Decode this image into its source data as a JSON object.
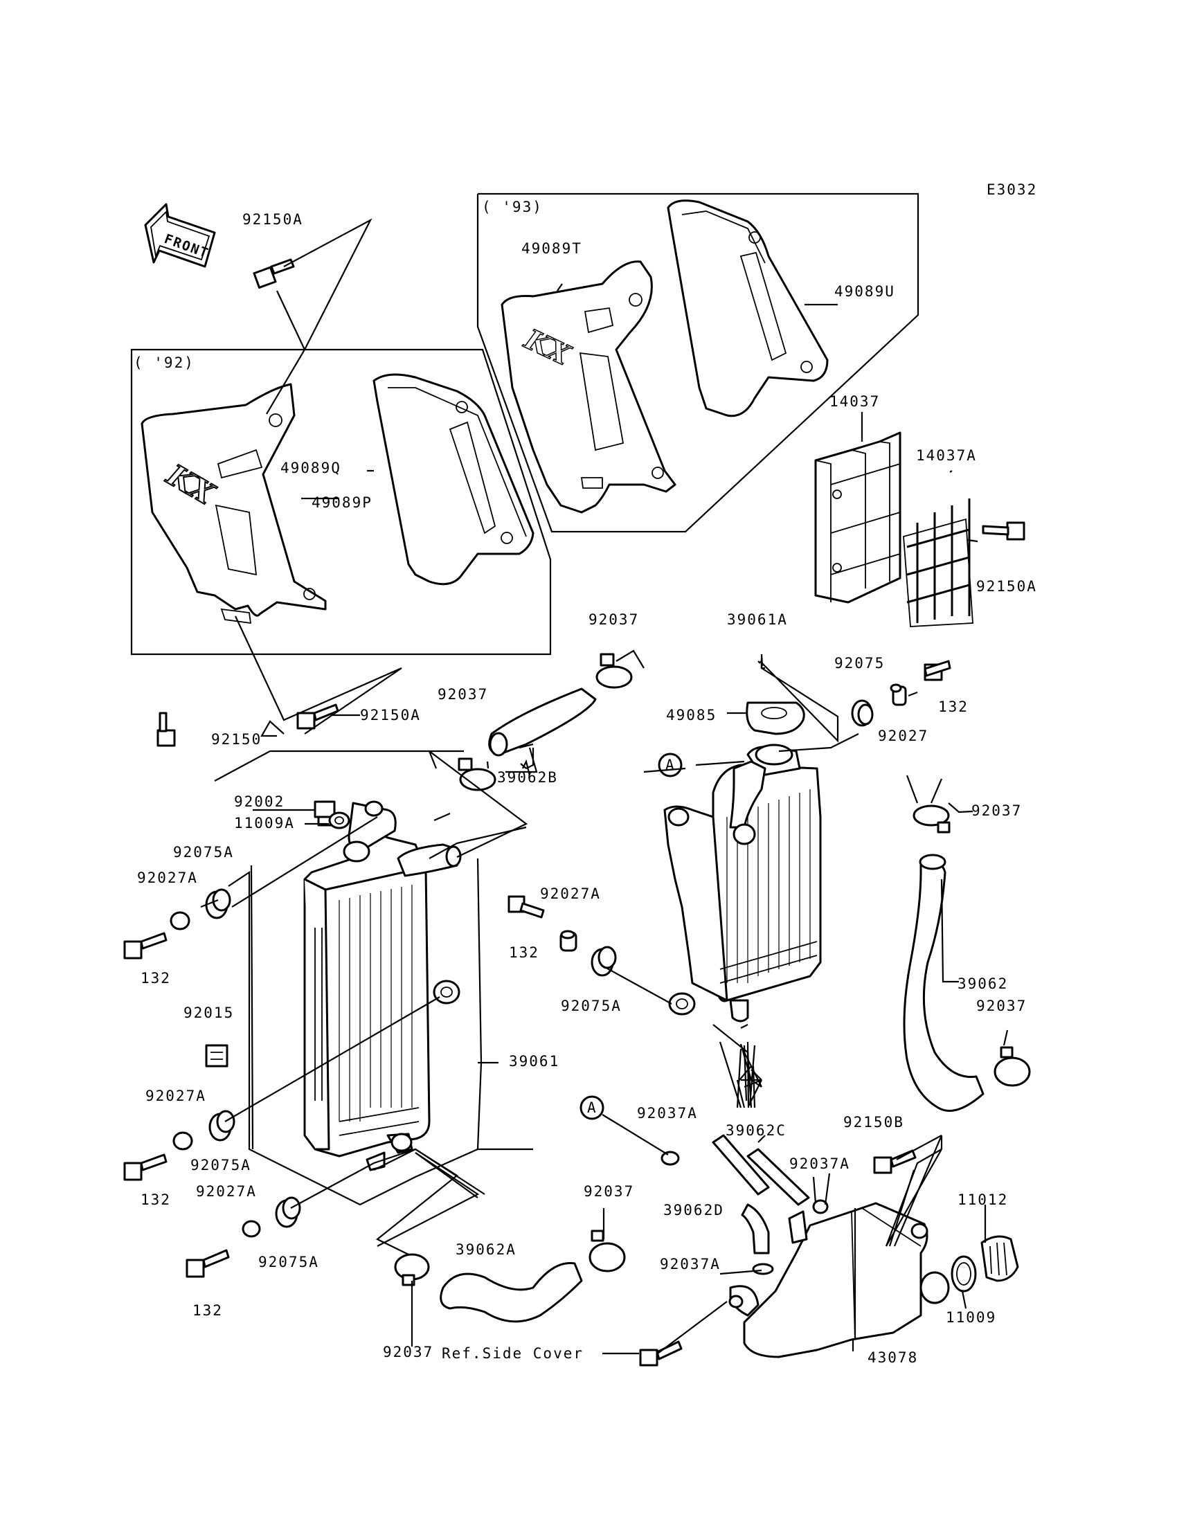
{
  "diagram_code": "E3032",
  "front_arrow_text": "FRONT",
  "boxes": {
    "year_92": "( '92)",
    "year_93": "( '93)"
  },
  "callouts": {
    "A1": "A",
    "A2": "A"
  },
  "labels": {
    "l92150A_top": "92150A",
    "l49089T": "49089T",
    "l49089U": "49089U",
    "l14037": "14037",
    "l14037A": "14037A",
    "l92150A_right": "92150A",
    "l49089Q": "49089Q",
    "l49089P": "49089P",
    "l92037_a": "92037",
    "l39061A": "39061A",
    "l92075": "92075",
    "l132_a": "132",
    "l92027": "92027",
    "l92150A_mid": "92150A",
    "l92037_b": "92037",
    "l49085": "49085",
    "l92150": "92150",
    "l39062B": "39062B",
    "l92037_c": "92037",
    "l92002": "92002",
    "l11009A": "11009A",
    "l92075A_a": "92075A",
    "l92027A_a": "92027A",
    "l132_b": "132",
    "l92027A_b": "92027A",
    "l132_c": "132",
    "l92075A_b": "92075A",
    "l39062": "39062",
    "l92037_d": "92037",
    "l92015": "92015",
    "l39061": "39061",
    "l92027A_c": "92027A",
    "l92075A_c": "92075A",
    "l132_d": "132",
    "l92027A_d": "92027A",
    "l92075A_d": "92075A",
    "l92037A_a": "92037A",
    "l39062C": "39062C",
    "l92150B": "92150B",
    "l92037A_b": "92037A",
    "l39062D": "39062D",
    "l11012": "11012",
    "l132_e": "132",
    "l92037_e": "92037",
    "l39062A": "39062A",
    "l92037A_c": "92037A",
    "l92037_f": "92037",
    "l11009": "11009",
    "l_refside": "Ref.Side Cover",
    "l43078": "43078"
  }
}
